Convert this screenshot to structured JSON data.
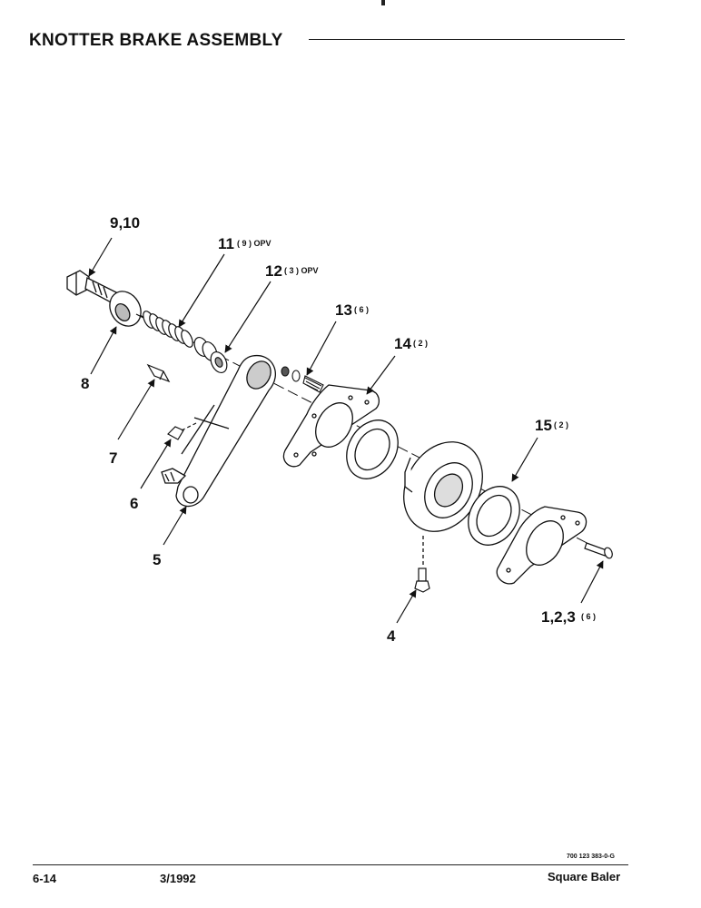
{
  "header": {
    "title": "KNOTTER BRAKE ASSEMBLY"
  },
  "callouts": [
    {
      "id": "c-9-10",
      "label": "9,10",
      "qty": ""
    },
    {
      "id": "c-11",
      "label": "11",
      "qty": "( 9 ) OPV"
    },
    {
      "id": "c-12",
      "label": "12",
      "qty": "( 3 ) OPV"
    },
    {
      "id": "c-13",
      "label": "13",
      "qty": "( 6 )"
    },
    {
      "id": "c-14",
      "label": "14",
      "qty": "( 2 )"
    },
    {
      "id": "c-15",
      "label": "15",
      "qty": "( 2 )"
    },
    {
      "id": "c-8",
      "label": "8",
      "qty": ""
    },
    {
      "id": "c-7",
      "label": "7",
      "qty": ""
    },
    {
      "id": "c-6",
      "label": "6",
      "qty": ""
    },
    {
      "id": "c-5",
      "label": "5",
      "qty": ""
    },
    {
      "id": "c-4",
      "label": "4",
      "qty": ""
    },
    {
      "id": "c-1-2-3",
      "label": "1,2,3",
      "qty": "( 6 )"
    }
  ],
  "footer": {
    "doc_code": "700 123 383-0-G",
    "page_number": "6-14",
    "date": "3/1992",
    "product": "Square Baler"
  }
}
